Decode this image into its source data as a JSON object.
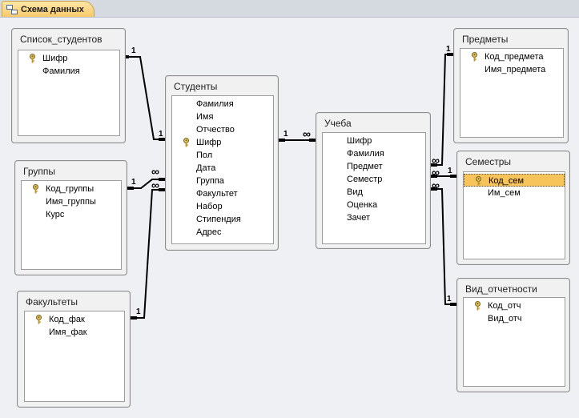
{
  "tab": {
    "label": "Схема данных"
  },
  "tables": {
    "spisok": {
      "title": "Список_студентов",
      "fields": [
        {
          "name": "Шифр",
          "key": true
        },
        {
          "name": "Фамилия",
          "key": false
        }
      ]
    },
    "gruppy": {
      "title": "Группы",
      "fields": [
        {
          "name": "Код_группы",
          "key": true
        },
        {
          "name": "Имя_группы",
          "key": false
        },
        {
          "name": "Курс",
          "key": false
        }
      ]
    },
    "fakultety": {
      "title": "Факультеты",
      "fields": [
        {
          "name": "Код_фак",
          "key": true
        },
        {
          "name": "Имя_фак",
          "key": false
        }
      ]
    },
    "studenty": {
      "title": "Студенты",
      "fields": [
        {
          "name": "Фамилия",
          "key": false
        },
        {
          "name": "Имя",
          "key": false
        },
        {
          "name": "Отчество",
          "key": false
        },
        {
          "name": "Шифр",
          "key": true
        },
        {
          "name": "Пол",
          "key": false
        },
        {
          "name": "Дата",
          "key": false
        },
        {
          "name": "Группа",
          "key": false
        },
        {
          "name": "Факультет",
          "key": false
        },
        {
          "name": "Набор",
          "key": false
        },
        {
          "name": "Стипендия",
          "key": false
        },
        {
          "name": "Адрес",
          "key": false
        }
      ]
    },
    "ucheba": {
      "title": "Учеба",
      "fields": [
        {
          "name": "Шифр",
          "key": false
        },
        {
          "name": "Фамилия",
          "key": false
        },
        {
          "name": "Предмет",
          "key": false
        },
        {
          "name": "Семестр",
          "key": false
        },
        {
          "name": "Вид",
          "key": false
        },
        {
          "name": "Оценка",
          "key": false
        },
        {
          "name": "Зачет",
          "key": false
        }
      ]
    },
    "predmety": {
      "title": "Предметы",
      "fields": [
        {
          "name": "Код_предмета",
          "key": true
        },
        {
          "name": "Имя_предмета",
          "key": false
        }
      ]
    },
    "semestry": {
      "title": "Семестры",
      "fields": [
        {
          "name": "Код_сем",
          "key": true,
          "selected": true
        },
        {
          "name": "Им_сем",
          "key": false
        }
      ]
    },
    "vid": {
      "title": "Вид_отчетности",
      "fields": [
        {
          "name": "Код_отч",
          "key": true
        },
        {
          "name": "Вид_отч",
          "key": false
        }
      ]
    }
  },
  "relationship_labels": {
    "one": "1",
    "many": "∞"
  },
  "colors": {
    "selected_row": "#f7c35b",
    "tab_active": "#f9c96a",
    "line": "#000000"
  }
}
